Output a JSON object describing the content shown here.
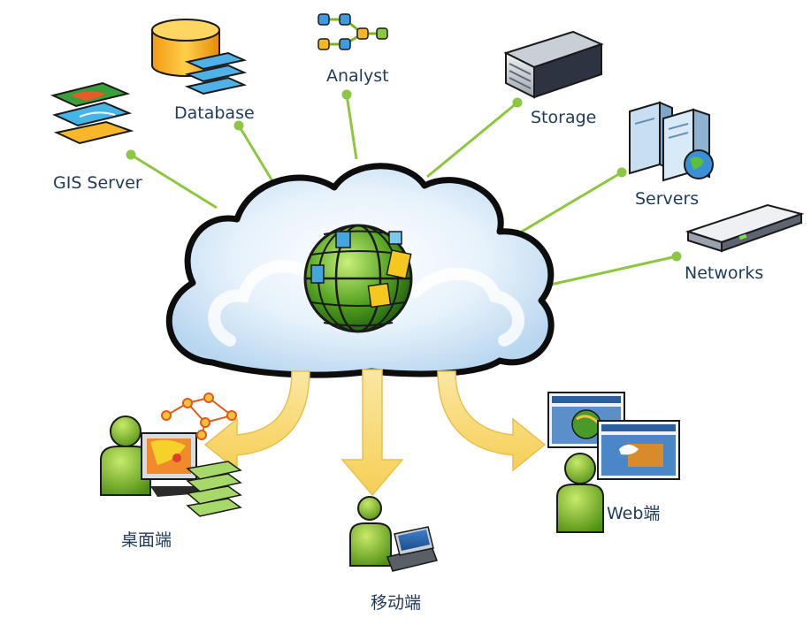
{
  "resources": {
    "gis_server": "GIS Server",
    "database": "Database",
    "analyst": "Analyst",
    "storage": "Storage",
    "servers": "Servers",
    "networks": "Networks"
  },
  "clients": {
    "desktop": "桌面端",
    "mobile": "移动端",
    "web": "Web端"
  },
  "colors": {
    "connector": "#8dc63f",
    "arrow": "#f9dd85",
    "cloud": "#d6e9f9",
    "cloud_outline": "#0d0d0d",
    "person": "#7cb51d"
  }
}
